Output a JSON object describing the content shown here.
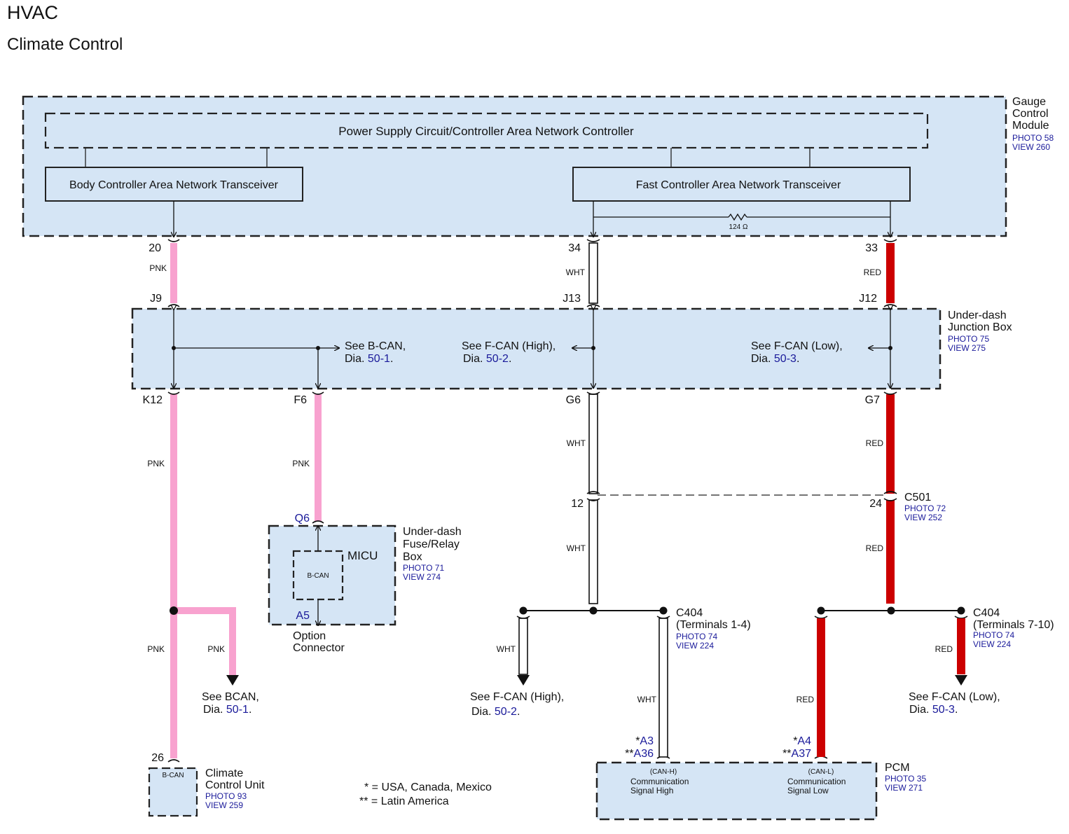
{
  "header": {
    "title": "HVAC",
    "subtitle": "Climate Control"
  },
  "gauge": {
    "name": [
      "Gauge",
      "Control",
      "Module"
    ],
    "photo": "PHOTO 58",
    "view": "VIEW 260",
    "psu": "Power Supply Circuit/Controller Area Network Controller",
    "bcan": "Body Controller Area Network Transceiver",
    "fcan": "Fast Controller Area Network Transceiver",
    "resistor": "124 Ω"
  },
  "pins": {
    "p20": "20",
    "p34": "34",
    "p33": "33",
    "j9": "J9",
    "j13": "J13",
    "j12": "J12",
    "k12": "K12",
    "f6": "F6",
    "g6": "G6",
    "g7": "G7",
    "p12": "12",
    "p24": "24",
    "q6": "Q6",
    "a5": "A5",
    "p26": "26"
  },
  "wires": {
    "pnk": "PNK",
    "wht": "WHT",
    "red": "RED"
  },
  "junction": {
    "name": [
      "Under-dash",
      "Junction Box"
    ],
    "photo": "PHOTO 75",
    "view": "VIEW 275",
    "ref1": [
      "See B-CAN,",
      "Dia.",
      "50-1",
      "."
    ],
    "ref2": [
      "See F-CAN (High),",
      "Dia.",
      "50-2",
      "."
    ],
    "ref3": [
      "See F-CAN (Low),",
      "Dia.",
      "50-3",
      "."
    ]
  },
  "c501": {
    "name": "C501",
    "photo": "PHOTO 72",
    "view": "VIEW 252"
  },
  "micu": {
    "name": [
      "Under-dash",
      "Fuse/Relay",
      "Box"
    ],
    "photo": "PHOTO 71",
    "view": "VIEW 274",
    "label": "MICU",
    "inner": "B-CAN",
    "option": [
      "Option",
      "Connector"
    ]
  },
  "bcan_ref": [
    "See BCAN,",
    "Dia.",
    "50-1",
    "."
  ],
  "fcanh_ref": [
    "See F-CAN (High),",
    "Dia.",
    "50-2",
    "."
  ],
  "fcanl_ref": [
    "See F-CAN (Low),",
    "Dia.",
    "50-3",
    "."
  ],
  "c404a": {
    "name": "C404",
    "terms": "(Terminals 1-4)",
    "photo": "PHOTO 74",
    "view": "VIEW 224"
  },
  "c404b": {
    "name": "C404",
    "terms": "(Terminals 7-10)",
    "photo": "PHOTO 74",
    "view": "VIEW 224"
  },
  "pcm": {
    "name": "PCM",
    "photo": "PHOTO 35",
    "view": "VIEW 271",
    "a3_star": "*",
    "a3": "A3",
    "a36_star": "**",
    "a36": "A36",
    "a4_star": "*",
    "a4": "A4",
    "a37_star": "**",
    "a37": "A37",
    "canh": "(CAN-H)",
    "canh1": "Communication",
    "canh2": "Signal High",
    "canl": "(CAN-L)",
    "canl1": "Communication",
    "canl2": "Signal Low"
  },
  "ccu": {
    "name": [
      "Climate",
      "Control Unit"
    ],
    "photo": "PHOTO 93",
    "view": "VIEW 259",
    "inner": "B-CAN"
  },
  "legend": {
    "l1": "* = USA, Canada, Mexico",
    "l2": "** = Latin America"
  },
  "colors": {
    "box_fill": "#d5e5f5",
    "pink": "#f8a2cf",
    "red": "#cc0000",
    "link": "#1a1a9a"
  }
}
